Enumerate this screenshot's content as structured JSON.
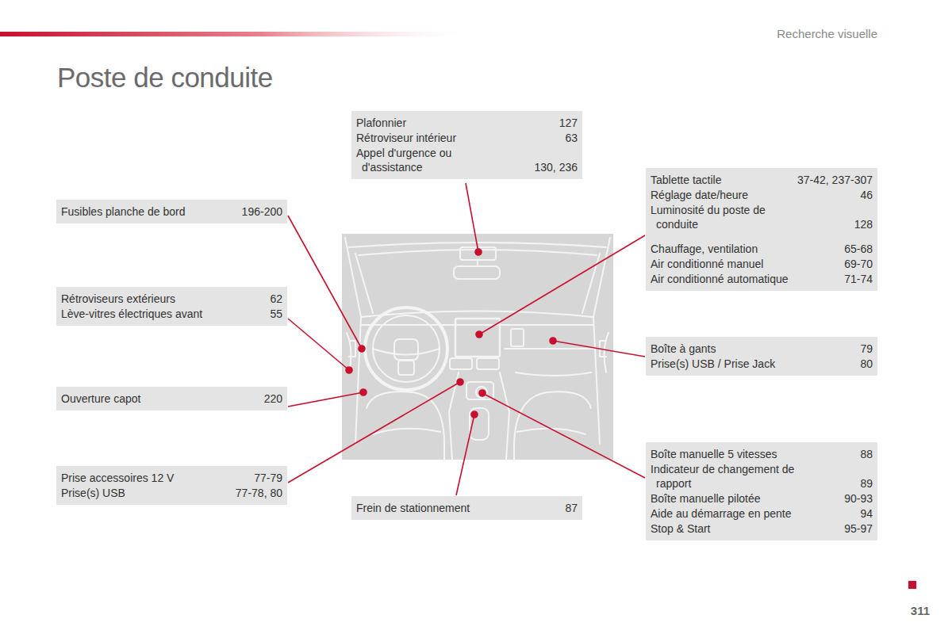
{
  "diagram": {
    "title": "Poste de conduite",
    "nodes": [
      {
        "text": [
          "Plafonnier",
          "127",
          "Rétroviseur intérieur",
          "63",
          "Appel d'urgence ou d'assistance",
          "130, 236"
        ]
      },
      {
        "text": [
          "Tablette tactile",
          "37-42, 237-307",
          "Réglage date/heure",
          "46",
          "Luminosité du poste de conduite",
          "128",
          "Chauffage, ventilation",
          "65-68",
          "Air conditionné manuel",
          "69-70",
          "Air conditionné automatique",
          "71-74"
        ]
      },
      {
        "text": [
          "Fusibles planche de bord",
          "196-200"
        ]
      },
      {
        "text": [
          "Rétroviseurs extérieurs",
          "62",
          "Lève-vitres électriques avant",
          "55"
        ]
      },
      {
        "text": [
          "Boîte à gants",
          "79",
          "Prise(s) USB / Prise Jack",
          "80"
        ]
      },
      {
        "text": [
          "Ouverture capot",
          "220"
        ]
      },
      {
        "text": [
          "Boîte manuelle 5 vitesses",
          "88",
          "Indicateur de changement de rapport",
          "89",
          "Boîte manuelle pilotée",
          "90-93",
          "Aide au démarrage en pente",
          "94",
          "Stop & Start",
          "95-97"
        ]
      },
      {
        "text": [
          "Prise accessoires 12 V",
          "77-79",
          "Prise(s) USB",
          "77-78, 80"
        ]
      },
      {
        "text": [
          "Frein de stationnement",
          "87"
        ]
      }
    ],
    "labels": [
      "Recherche visuelle",
      "311"
    ]
  }
}
